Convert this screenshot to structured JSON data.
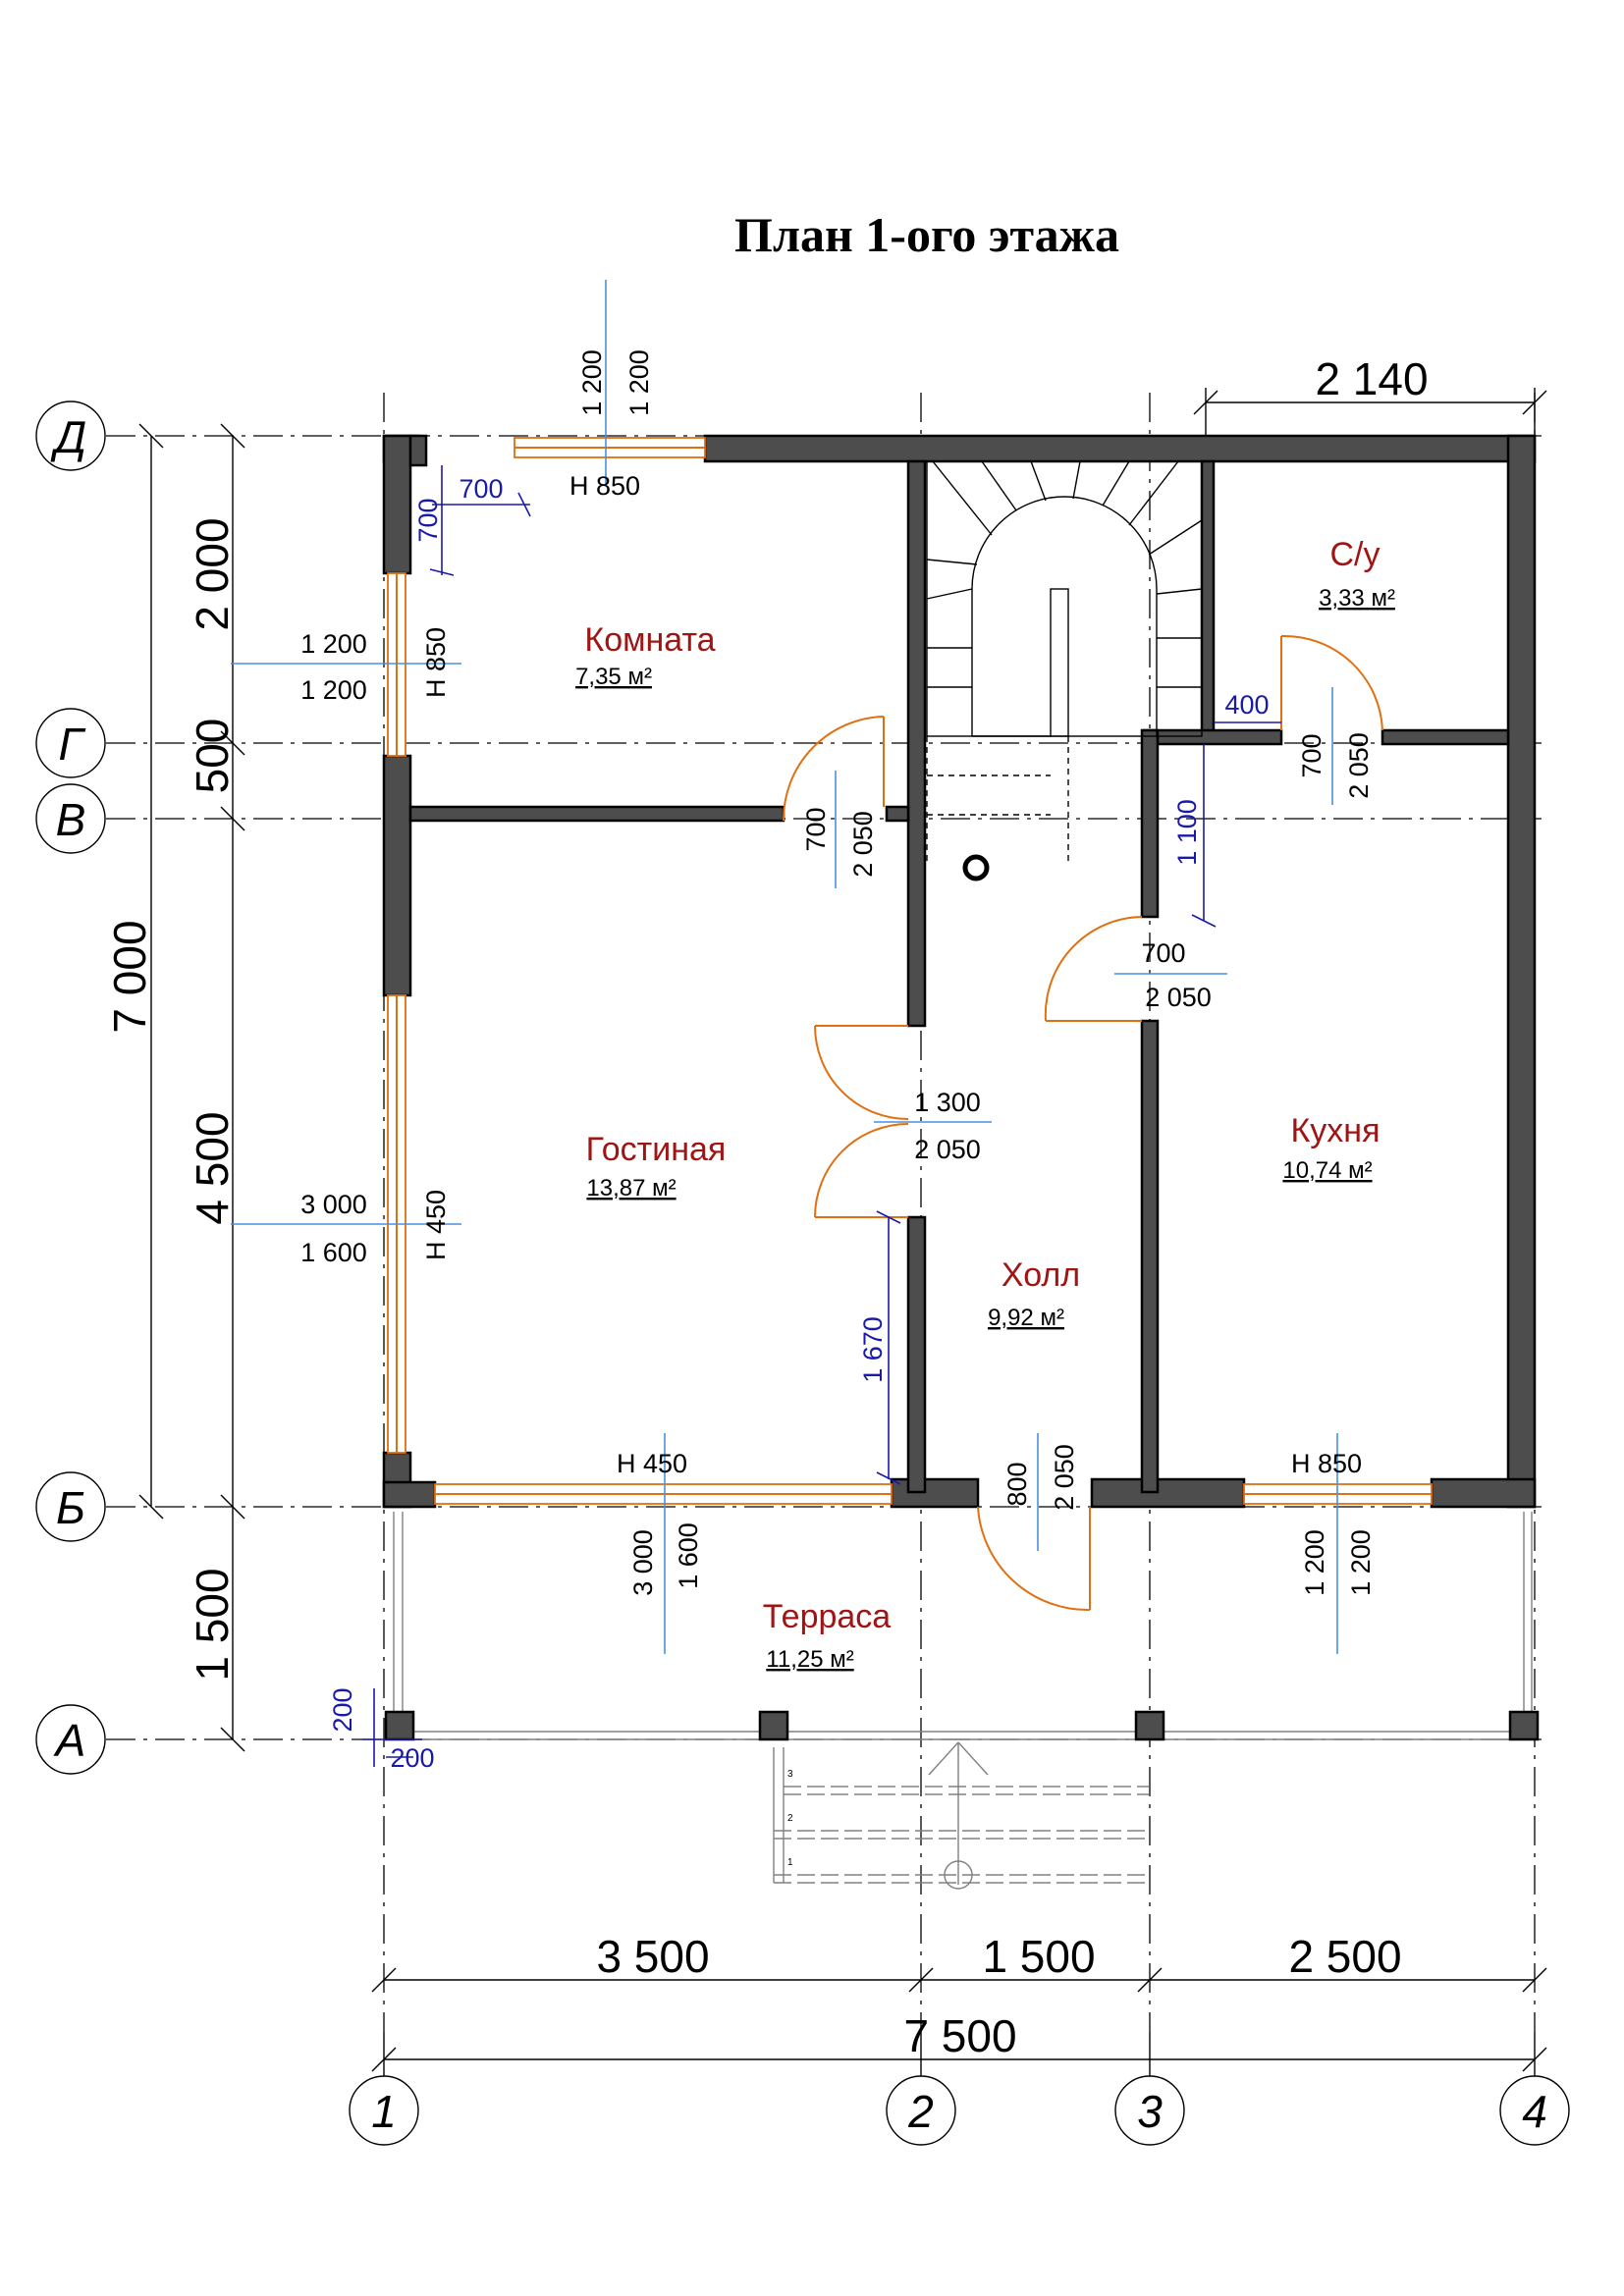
{
  "title": "План 1-ого этажа",
  "rooms": [
    {
      "name": "Комната",
      "area": "7,35 м²"
    },
    {
      "name": "С/у",
      "area": "3,33 м²"
    },
    {
      "name": "Гостиная",
      "area": "13,87 м²"
    },
    {
      "name": "Кухня",
      "area": "10,74 м²"
    },
    {
      "name": "Холл",
      "area": "9,92 м²"
    },
    {
      "name": "Терраса",
      "area": "11,25 м²"
    }
  ],
  "axes_rows": [
    "Д",
    "Г",
    "В",
    "Б",
    "А"
  ],
  "axes_cols": [
    "1",
    "2",
    "3",
    "4"
  ],
  "dims_left": [
    "2 000",
    "500",
    "4 500",
    "1 500",
    "7 000"
  ],
  "dims_bottom": [
    "3 500",
    "1 500",
    "2 500",
    "7 500"
  ],
  "dim_top": "2 140",
  "openings": {
    "win_top_a": "1 200",
    "win_top_b": "1 200",
    "win_top_h": "Н  850",
    "win_komn_w": "1 200",
    "win_komn_h": "1 200",
    "win_komn_sill": "Н  850",
    "win_gost_w": "3 000",
    "win_gost_h": "1 600",
    "win_gost_sill": "Н  450",
    "door_komn_w": "700",
    "door_komn_h": "2 050",
    "door_su_w": "700",
    "door_su_h": "2 050",
    "door_kitchen_w": "700",
    "door_kitchen_h": "2 050",
    "door_hall_w": "1 300",
    "door_hall_h": "2 050",
    "win_bottom_sill": "Н  450",
    "win_bottom_w": "3 000",
    "win_bottom_h": "1 600",
    "door_entry_w": "800",
    "door_entry_h": "2 050",
    "win_kitchen_sill": "Н  850",
    "win_kitchen_w": "1 200",
    "win_kitchen_h": "1 200"
  },
  "blue_dims": {
    "corner_a": "700",
    "corner_b": "700",
    "su_offset": "400",
    "wall_1100": "1 100",
    "wall_1670": "1 670",
    "col_a": "200",
    "col_b": "200"
  },
  "stair_steps": [
    "3",
    "2",
    "1"
  ]
}
